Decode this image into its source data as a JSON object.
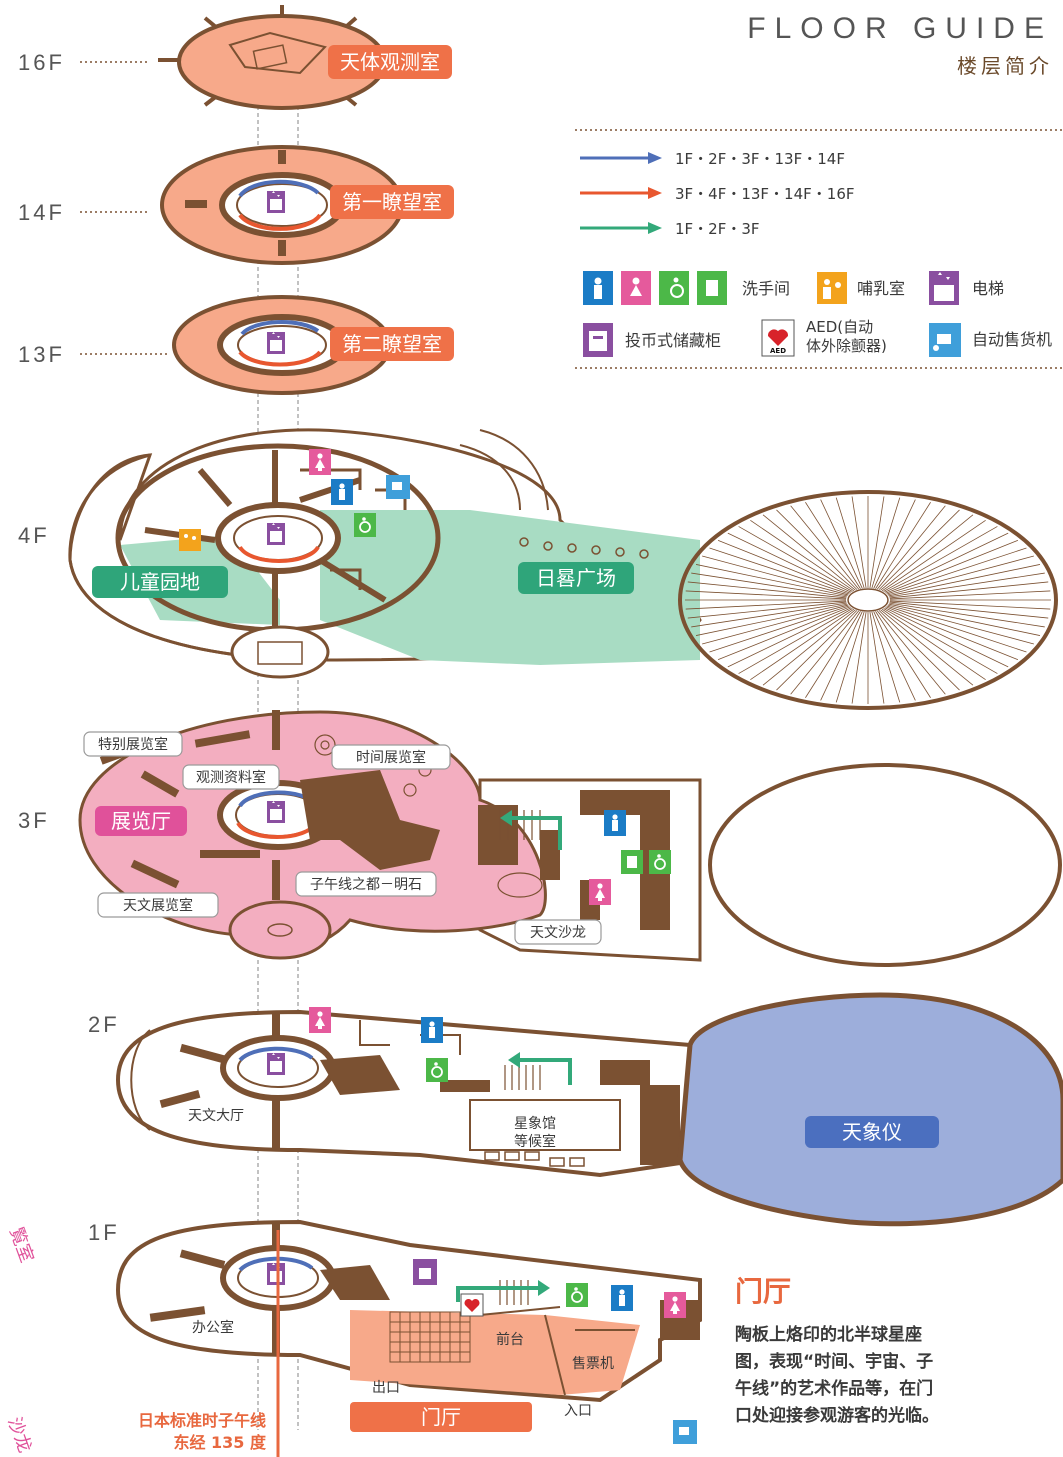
{
  "header": {
    "title_en": "FLOOR GUIDE",
    "title_zh": "楼层简介"
  },
  "floors": [
    "16F",
    "14F",
    "13F",
    "4F",
    "3F",
    "2F",
    "1F"
  ],
  "legend": {
    "routes": [
      {
        "label": "1F・2F・3F・13F・14F",
        "color": "#4f6fb8"
      },
      {
        "label": "3F・4F・13F・14F・16F",
        "color": "#e8572f"
      },
      {
        "label": "1F・2F・3F",
        "color": "#33a97a"
      }
    ],
    "facilities": {
      "restroom": "洗手间",
      "nursing": "哺乳室",
      "elevator": "电梯",
      "locker": "投币式储藏柜",
      "aed": "AED(自动\n体外除颤器)",
      "vending": "自动售货机"
    }
  },
  "rooms": {
    "observatory": "天体观测室",
    "obs1": "第一瞭望室",
    "obs2": "第二瞭望室",
    "kids": "儿童园地",
    "sundial": "日晷广场",
    "special": "特别展览室",
    "time_exhibit": "时间展览室",
    "obs_material": "观测资料室",
    "exhibit_hall": "展览厅",
    "meridian_city": "子午线之都－明石",
    "astro_exhibit": "天文展览室",
    "astro_salon": "天文沙龙",
    "astro_hall": "天文大厅",
    "waiting_room": "星象馆\n等候室",
    "planetarium": "天象仪",
    "office": "办公室",
    "reception": "前台",
    "ticket": "售票机",
    "exit": "出口",
    "entrance": "入口",
    "lobby": "门厅"
  },
  "meridian": {
    "line1": "日本标准时子午线",
    "line2": "东经 135 度"
  },
  "lobby_info": {
    "title": "门厅",
    "body": "陶板上烙印的北半球星座图，表现“时间、宇宙、子午线”的艺术作品等，在门口处迎接参观游客的光临。"
  },
  "side_text": {
    "upper": "覧室",
    "lower": "沙龙"
  },
  "colors": {
    "orange_room": "#f7a98a",
    "orange_label": "#ef7148",
    "green_area": "#a8dcc3",
    "green_label": "#2fa57a",
    "pink_area": "#f3aec0",
    "pink_label": "#e0519a",
    "planetarium": "#9daedb",
    "planetarium_label": "#4b6fbf",
    "wall": "#7b5132",
    "meridian": "#e8683f",
    "restroom_male": "#1b7cc6",
    "restroom_female": "#e55a9c",
    "accessible": "#4cb848",
    "nursing": "#f3a31c",
    "elevator": "#8a4fa0",
    "vending": "#3f9fda"
  }
}
